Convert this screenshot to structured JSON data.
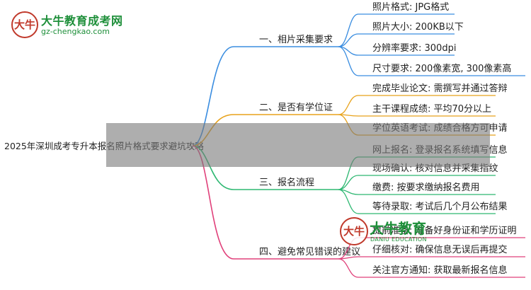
{
  "logo": {
    "mark": "大牛",
    "title": "大牛教育成考网",
    "url": "gz-chengkao.com"
  },
  "root": "2025年深圳成考专升本报名照片格式要求避坑攻略",
  "branches": [
    {
      "label": "一、相片采集要求",
      "color": "#3a8de0",
      "children": [
        "照片格式: JPG格式",
        "照片大小: 200KB以下",
        "分辨率要求: 300dpi",
        "尺寸要求: 200像素宽, 300像素高"
      ]
    },
    {
      "label": "二、是否有学位证",
      "color": "#e8a21b",
      "children": [
        "完成毕业论文: 需撰写并通过答辩",
        "主干课程成绩: 平均70分以上",
        "学位英语考试: 成绩合格方可申请"
      ]
    },
    {
      "label": "三、报名流程",
      "color": "#2eb872",
      "children": [
        "网上报名: 登录报名系统填写信息",
        "现场确认: 核对信息并采集指纹",
        "缴费: 按要求缴纳报名费用",
        "等待录取: 考试后几个月公布结果"
      ]
    },
    {
      "label": "四、避免常见错误的建议",
      "color": "#e0407a",
      "children": [
        "提前准备: 准备好身份证和学历证明",
        "仔细核对: 确保信息无误后再提交",
        "关注官方通知: 获取最新报名信息"
      ]
    }
  ],
  "watermark": {
    "mark": "大牛",
    "title": "大牛教育",
    "subtitle": "DANIU EDUCATION"
  }
}
